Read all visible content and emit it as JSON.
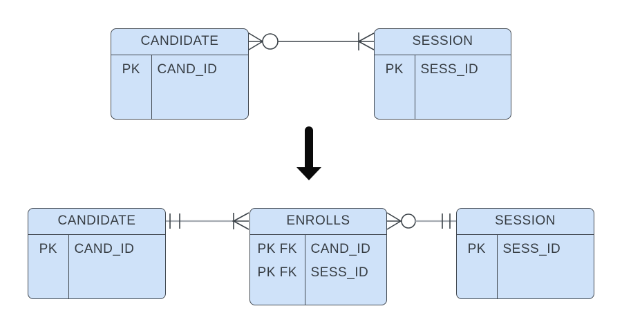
{
  "colors": {
    "entity_fill": "#cfe2f9",
    "entity_stroke": "#40474f",
    "ink": "#363c42",
    "edge_dark": "#3b4248",
    "edge_gray": "#a4aab1",
    "arrow": "#0a0a0a",
    "bg": "#ffffff"
  },
  "diagram": {
    "before": {
      "entities": [
        {
          "name": "CANDIDATE",
          "rows": [
            {
              "key": "PK",
              "attr": "CAND_ID"
            }
          ]
        },
        {
          "name": "SESSION",
          "rows": [
            {
              "key": "PK",
              "attr": "SESS_ID"
            }
          ]
        }
      ],
      "relationship": {
        "from": "CANDIDATE",
        "to": "SESSION",
        "from_cardinality": "zero-or-many",
        "to_cardinality": "one-or-many"
      }
    },
    "transform": {
      "icon": "down-arrow"
    },
    "after": {
      "entities": [
        {
          "name": "CANDIDATE",
          "rows": [
            {
              "key": "PK",
              "attr": "CAND_ID"
            }
          ]
        },
        {
          "name": "ENROLLS",
          "rows": [
            {
              "key": "PK FK",
              "attr": "CAND_ID"
            },
            {
              "key": "PK FK",
              "attr": "SESS_ID"
            }
          ]
        },
        {
          "name": "SESSION",
          "rows": [
            {
              "key": "PK",
              "attr": "SESS_ID"
            }
          ]
        }
      ],
      "relationships": [
        {
          "from": "CANDIDATE",
          "to": "ENROLLS",
          "from_cardinality": "one-and-only-one",
          "to_cardinality": "one-or-many"
        },
        {
          "from": "ENROLLS",
          "to": "SESSION",
          "from_cardinality": "zero-or-many",
          "to_cardinality": "one-and-only-one"
        }
      ]
    }
  }
}
